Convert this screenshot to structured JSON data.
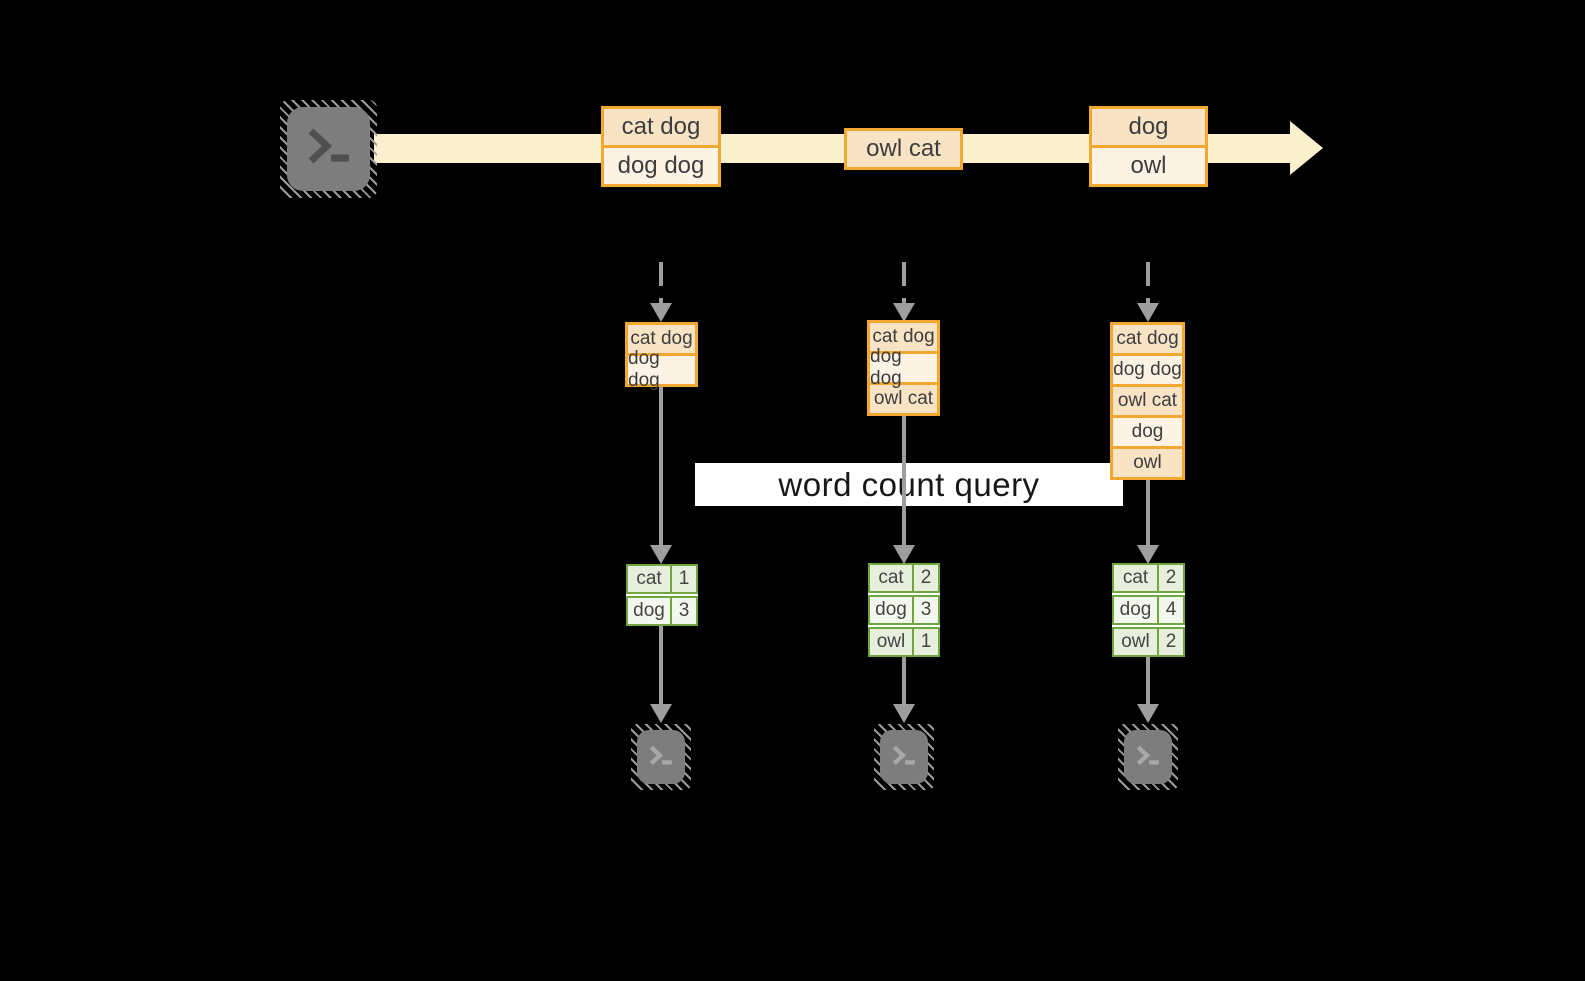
{
  "query": {
    "label": "word count query"
  },
  "stream": {
    "events": [
      {
        "rows": [
          "cat dog",
          "dog dog"
        ]
      },
      {
        "rows": [
          "owl cat"
        ]
      },
      {
        "rows": [
          "dog",
          "owl"
        ]
      }
    ]
  },
  "columns": [
    {
      "state": [
        "cat dog",
        "dog dog"
      ],
      "counts": [
        {
          "word": "cat",
          "value": "1"
        },
        {
          "word": "dog",
          "value": "3"
        }
      ]
    },
    {
      "state": [
        "cat dog",
        "dog dog",
        "owl cat"
      ],
      "counts": [
        {
          "word": "cat",
          "value": "2"
        },
        {
          "word": "dog",
          "value": "3"
        },
        {
          "word": "owl",
          "value": "1"
        }
      ]
    },
    {
      "state": [
        "cat dog",
        "dog dog",
        "owl cat",
        "dog",
        "owl"
      ],
      "counts": [
        {
          "word": "cat",
          "value": "2"
        },
        {
          "word": "dog",
          "value": "4"
        },
        {
          "word": "owl",
          "value": "2"
        }
      ]
    }
  ],
  "colors": {
    "background": "#000000",
    "stream_arrow": "#FBF0CD",
    "orange_border": "#F0A830",
    "orange_fill_dark": "#F9E3C5",
    "orange_fill_light": "#FDF3E4",
    "green_border": "#70A63D",
    "green_fill_dark": "#E6EEDC",
    "green_fill_light": "#F3F7EE",
    "connector_gray": "#9E9E9E",
    "terminal_gray": "#7D7D7D",
    "query_bar_bg": "#FFFFFF"
  }
}
